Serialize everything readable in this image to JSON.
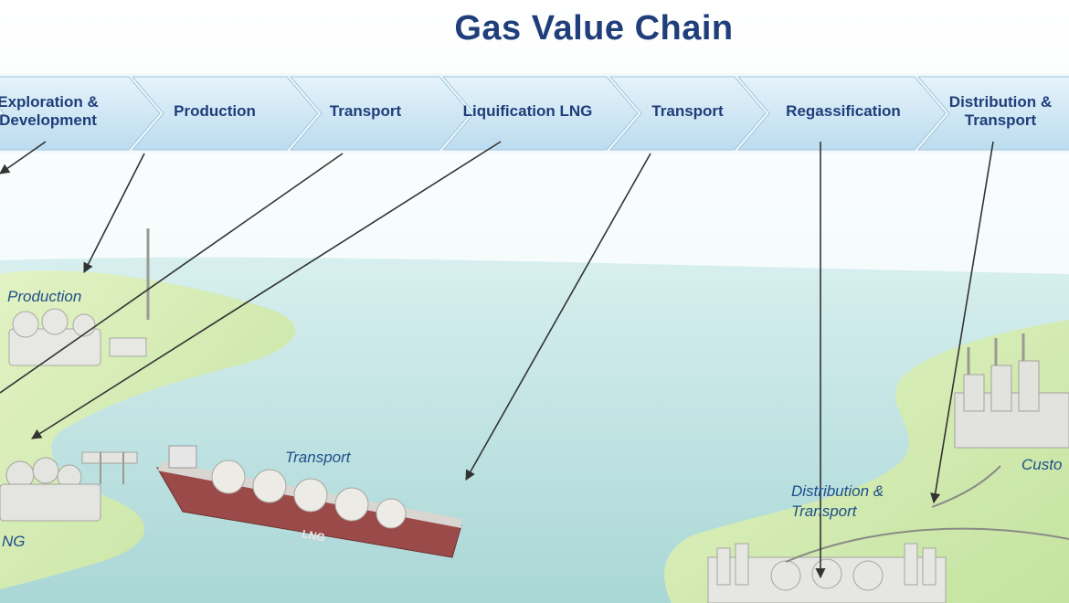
{
  "title": "Gas Value Chain",
  "chain": [
    {
      "label": "Exploration & Development"
    },
    {
      "label": "Production"
    },
    {
      "label": "Transport"
    },
    {
      "label": "Liquification LNG"
    },
    {
      "label": "Transport"
    },
    {
      "label": "Regassification"
    },
    {
      "label": "Distribution & Transport"
    }
  ],
  "scene_labels": {
    "production": "Production",
    "lng": "NG",
    "ship_transport": "Transport",
    "ship_hull": "LNG",
    "distribution": "Distribution & Transport",
    "customer": "Custo"
  },
  "colors": {
    "title": "#1f3e7a",
    "chevron_fill": "#cfe6f3",
    "chevron_edge": "#9fc7de",
    "sea": "#bfe3e1",
    "land": "#d6ecb4",
    "label_text": "#1f4f8a",
    "arrow": "#333333"
  }
}
